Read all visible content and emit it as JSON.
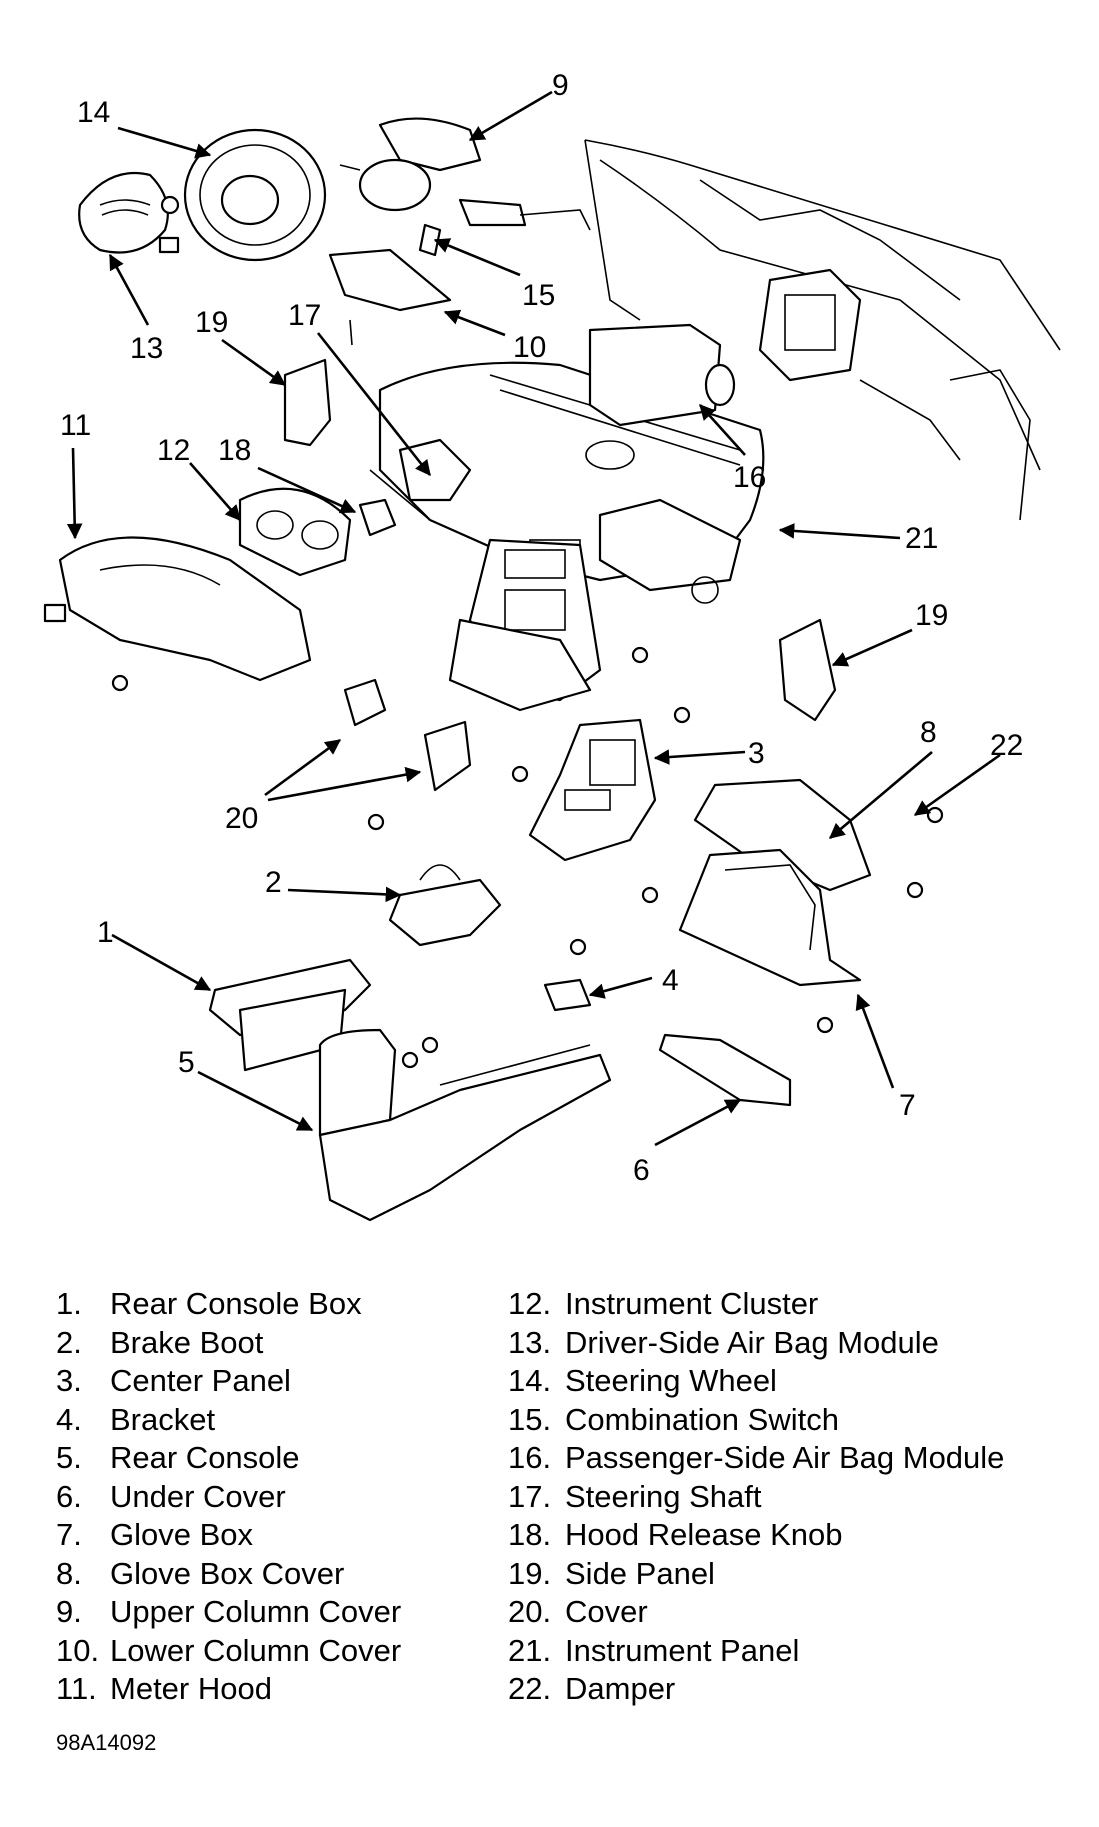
{
  "callouts": {
    "c1": "1",
    "c2": "2",
    "c3": "3",
    "c4": "4",
    "c5": "5",
    "c6": "6",
    "c7": "7",
    "c8": "8",
    "c9": "9",
    "c10": "10",
    "c11": "11",
    "c12": "12",
    "c13": "13",
    "c14": "14",
    "c15": "15",
    "c16": "16",
    "c17": "17",
    "c18": "18",
    "c19a": "19",
    "c19b": "19",
    "c20": "20",
    "c21": "21",
    "c22": "22"
  },
  "legend": {
    "left": [
      {
        "num": "1.",
        "label": "Rear Console Box"
      },
      {
        "num": "2.",
        "label": "Brake Boot"
      },
      {
        "num": "3.",
        "label": "Center Panel"
      },
      {
        "num": "4.",
        "label": "Bracket"
      },
      {
        "num": "5.",
        "label": "Rear Console"
      },
      {
        "num": "6.",
        "label": "Under Cover"
      },
      {
        "num": "7.",
        "label": "Glove Box"
      },
      {
        "num": "8.",
        "label": "Glove Box Cover"
      },
      {
        "num": "9.",
        "label": "Upper Column Cover"
      },
      {
        "num": "10.",
        "label": "Lower Column Cover"
      },
      {
        "num": "11.",
        "label": "Meter Hood"
      }
    ],
    "right": [
      {
        "num": "12.",
        "label": "Instrument Cluster"
      },
      {
        "num": "13.",
        "label": "Driver-Side Air Bag Module"
      },
      {
        "num": "14.",
        "label": "Steering Wheel"
      },
      {
        "num": "15.",
        "label": "Combination Switch"
      },
      {
        "num": "16.",
        "label": "Passenger-Side Air Bag Module"
      },
      {
        "num": "17.",
        "label": "Steering Shaft"
      },
      {
        "num": "18.",
        "label": "Hood Release Knob"
      },
      {
        "num": "19.",
        "label": "Side Panel"
      },
      {
        "num": "20.",
        "label": "Cover"
      },
      {
        "num": "21.",
        "label": "Instrument Panel"
      },
      {
        "num": "22.",
        "label": "Damper"
      }
    ]
  },
  "figure_code": "98A14092"
}
